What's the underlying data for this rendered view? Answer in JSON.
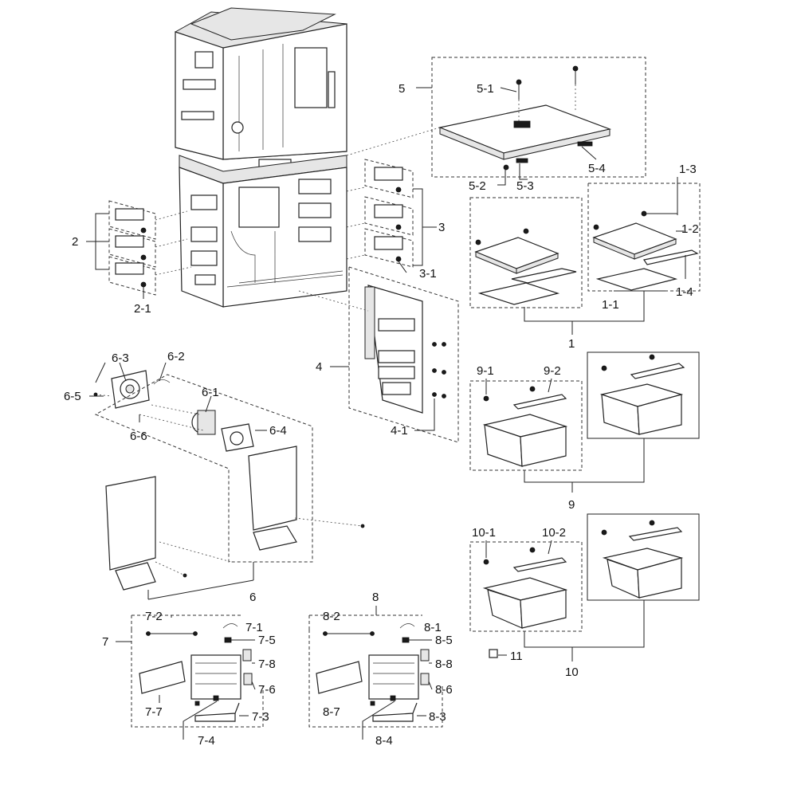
{
  "callouts": {
    "c1": "1",
    "c1_1": "1-1",
    "c1_2": "1-2",
    "c1_3": "1-3",
    "c1_4": "1-4",
    "c2": "2",
    "c2_1": "2-1",
    "c3": "3",
    "c3_1": "3-1",
    "c4": "4",
    "c4_1": "4-1",
    "c5": "5",
    "c5_1": "5-1",
    "c5_2": "5-2",
    "c5_3": "5-3",
    "c5_4": "5-4",
    "c6": "6",
    "c6_1": "6-1",
    "c6_2": "6-2",
    "c6_3": "6-3",
    "c6_4": "6-4",
    "c6_5": "6-5",
    "c6_6": "6-6",
    "c7": "7",
    "c7_1": "7-1",
    "c7_2": "7-2",
    "c7_3": "7-3",
    "c7_4": "7-4",
    "c7_5": "7-5",
    "c7_6": "7-6",
    "c7_7": "7-7",
    "c7_8": "7-8",
    "c8": "8",
    "c8_1": "8-1",
    "c8_2": "8-2",
    "c8_3": "8-3",
    "c8_4": "8-4",
    "c8_5": "8-5",
    "c8_6": "8-6",
    "c8_7": "8-7",
    "c8_8": "8-8",
    "c9": "9",
    "c9_1": "9-1",
    "c9_2": "9-2",
    "c10": "10",
    "c10_1": "10-1",
    "c10_2": "10-2",
    "c11": "11"
  }
}
